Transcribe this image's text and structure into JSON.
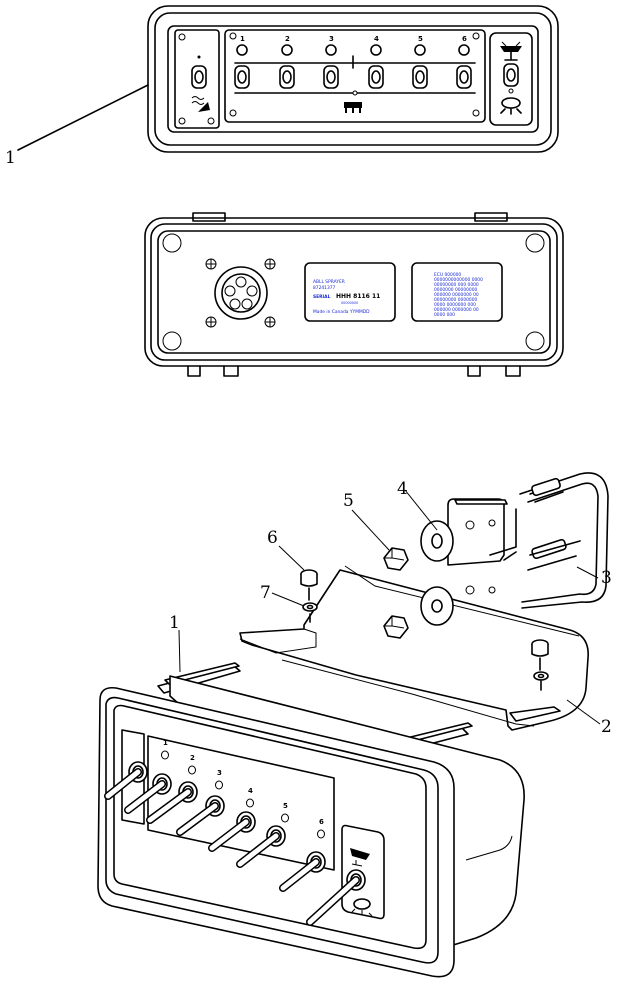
{
  "callouts": {
    "c1_top": "1",
    "c1_bottom": "1",
    "c2": "2",
    "c3": "3",
    "c4": "4",
    "c5": "5",
    "c6": "6",
    "c7": "7"
  },
  "switch_numbers": [
    "1",
    "2",
    "3",
    "4",
    "5",
    "6"
  ],
  "iso_switch_numbers": [
    "1",
    "2",
    "3",
    "4",
    "5",
    "6"
  ],
  "serial_label": {
    "line1": "ABLL SPRAYER",
    "line2": "87241377",
    "serial_key": "SERIAL",
    "serial_value": "HHH 8116 11",
    "serial_sub": "00000000",
    "footer": "Made in Canada YYMMDD"
  },
  "info_label": {
    "lines": [
      "ECU 000000",
      "0000000000000 0000",
      "00000000 000 0000",
      "0000000 00000000",
      "000000 0000000 00",
      "00000000 0000000",
      "0000 0000000 000",
      "000000 0000000 00",
      "0000 000"
    ]
  },
  "colors": {
    "line": "#000000",
    "label_text": "#1a2ad6"
  }
}
